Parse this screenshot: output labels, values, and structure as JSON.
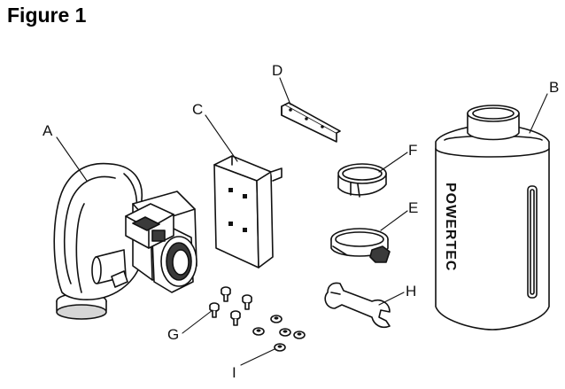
{
  "title": "Figure 1",
  "brand_text": "POWERTEC",
  "labels": {
    "a": "A",
    "b": "B",
    "c": "C",
    "d": "D",
    "e": "E",
    "f": "F",
    "g": "G",
    "h": "H",
    "i": "I"
  },
  "parts": [
    {
      "id": "a",
      "icon": "blower-motor-icon"
    },
    {
      "id": "b",
      "icon": "collection-canister-icon"
    },
    {
      "id": "c",
      "icon": "mounting-bracket-icon"
    },
    {
      "id": "d",
      "icon": "hanger-strip-icon"
    },
    {
      "id": "e",
      "icon": "hose-clamp-icon"
    },
    {
      "id": "f",
      "icon": "ring-adapter-icon"
    },
    {
      "id": "g",
      "icon": "screw-icon"
    },
    {
      "id": "h",
      "icon": "wrench-icon"
    },
    {
      "id": "i",
      "icon": "nut-icon"
    }
  ],
  "colors": {
    "line": "#111111",
    "fill": "#ffffff",
    "dark": "#3a3a3a",
    "shade": "#d6d6d6"
  }
}
